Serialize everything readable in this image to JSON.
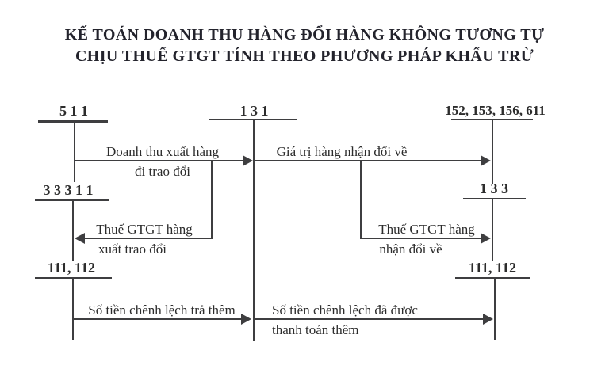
{
  "title": {
    "line1": "KẾ TOÁN DOANH THU HÀNG ĐỔI HÀNG KHÔNG TƯƠNG TỰ",
    "line2": "CHỊU THUẾ GTGT TÍNH THEO PHƯƠNG PHÁP KHẤU TRỪ"
  },
  "colors": {
    "background": "#ffffff",
    "title_text": "#23232c",
    "diagram_text": "#2c2c2c",
    "line": "#3e3e40"
  },
  "accounts": [
    {
      "id": "511",
      "label": "5 1 1"
    },
    {
      "id": "131",
      "label": "1 3 1"
    },
    {
      "id": "152-153-156-611",
      "label": "152, 153, 156, 611"
    },
    {
      "id": "33311",
      "label": "3 3 3 1 1"
    },
    {
      "id": "133",
      "label": "1 3 3"
    },
    {
      "id": "111-112-left",
      "label": "111, 112"
    },
    {
      "id": "111-112-right",
      "label": "111, 112"
    }
  ],
  "flows": [
    {
      "line1": "Doanh thu xuất hàng",
      "line2": "đi trao đổi",
      "from": "511",
      "to": "131",
      "direction": "right"
    },
    {
      "line1": "Giá trị hàng nhận đổi về",
      "line2": "",
      "from": "131",
      "to": "152, 153, 156, 611",
      "direction": "right"
    },
    {
      "line1": "Thuế GTGT hàng",
      "line2": "xuất trao đổi",
      "from": "131",
      "to": "33311",
      "direction": "left"
    },
    {
      "line1": "Thuế GTGT hàng",
      "line2": "nhận đổi về",
      "from": "131",
      "to": "133",
      "direction": "right"
    },
    {
      "line1": "Số tiền chênh lệch trả thêm",
      "line2": "",
      "from": "111, 112",
      "to": "131",
      "direction": "right"
    },
    {
      "line1": "Số tiền chênh lệch đã được",
      "line2": "thanh toán thêm",
      "from": "131",
      "to": "111, 112",
      "direction": "right"
    }
  ]
}
